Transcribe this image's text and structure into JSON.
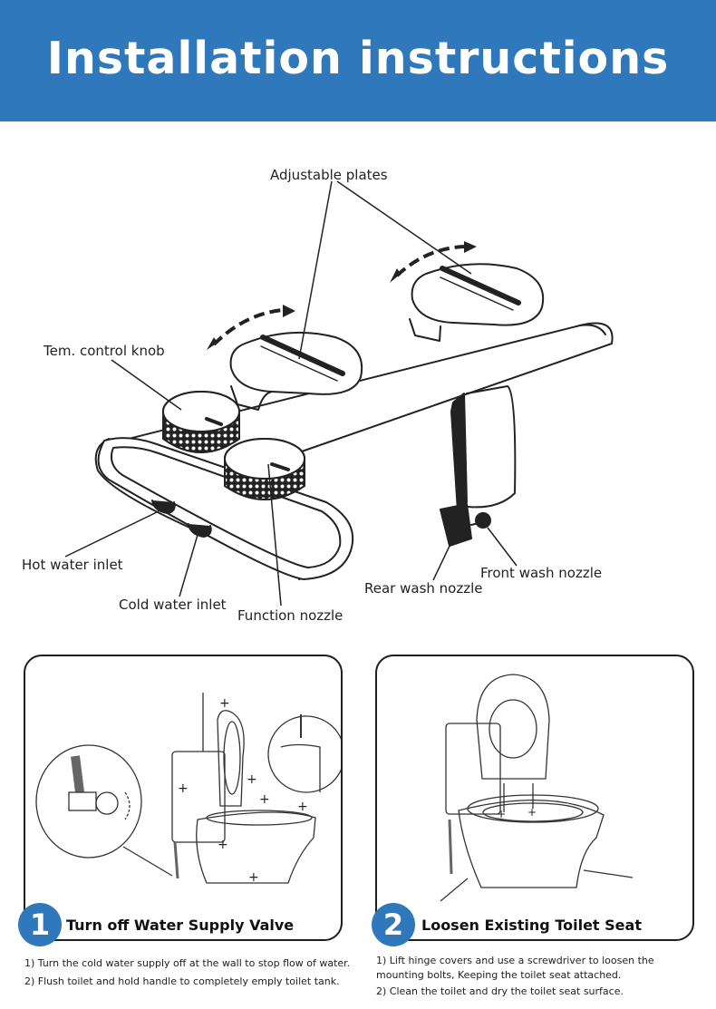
{
  "header": {
    "title": "Installation instructions",
    "color": "#2e78bb"
  },
  "diagram": {
    "labels": {
      "adjustable_plates": "Adjustable plates",
      "temp_knob": "Tem. control knob",
      "hot_inlet": "Hot water inlet",
      "cold_inlet": "Cold water inlet",
      "function_nozzle": "Function nozzle",
      "rear_nozzle": "Rear wash nozzle",
      "front_nozzle": "Front wash nozzle"
    }
  },
  "steps": [
    {
      "number": "1",
      "title": "Turn off Water Supply Valve",
      "notes": [
        "1) Turn the cold water supply off at the wall to stop flow of water.",
        "2) Flush toilet and hold handle to completely emply toilet tank."
      ]
    },
    {
      "number": "2",
      "title": "Loosen Existing Toilet Seat",
      "notes": [
        "1) Lift hinge covers and use a screwdriver to loosen the mounting bolts, Keeping the toilet seat attached.",
        "2) Clean the toilet and dry the toilet seat surface."
      ]
    }
  ]
}
